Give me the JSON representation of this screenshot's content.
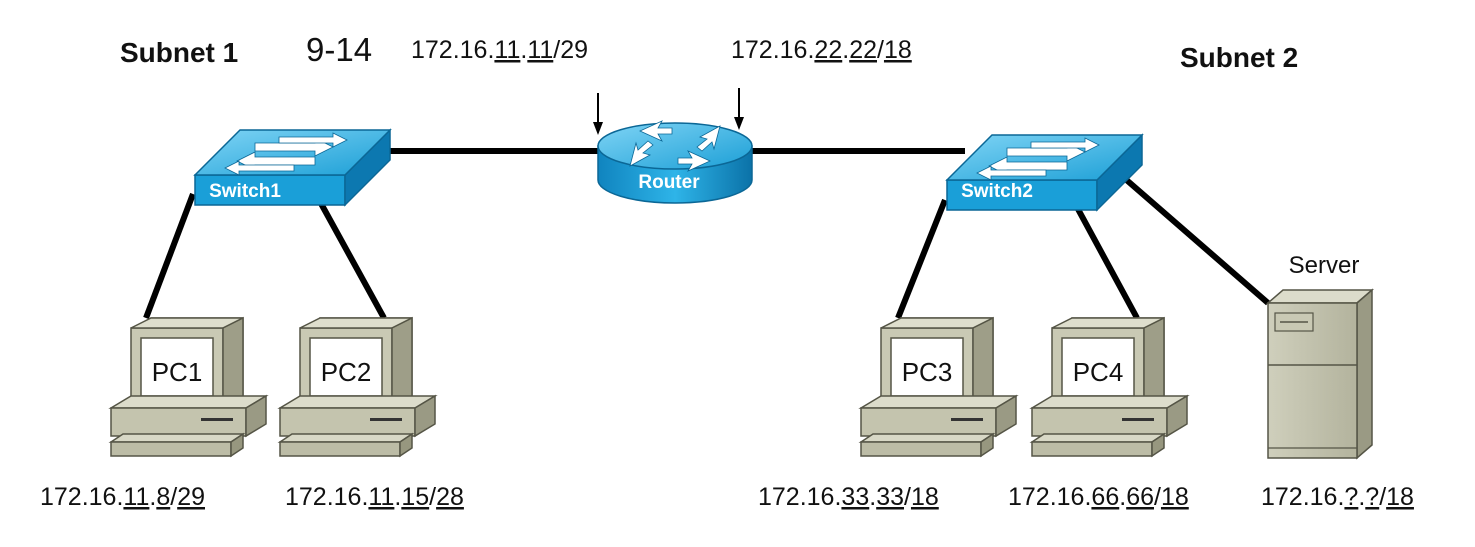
{
  "subnet1": {
    "label": "Subnet 1",
    "range": "9-14"
  },
  "subnet2": {
    "label": "Subnet 2"
  },
  "router": {
    "label": "Router",
    "ip_left": {
      "prefix": "172.16.",
      "o3": "11",
      "dot": ".",
      "o4": "11",
      "mask": "/29"
    },
    "ip_right": {
      "prefix": "172.16.",
      "o3": "22",
      "dot": ".",
      "o4": "22",
      "slash": "/",
      "mask": "18"
    }
  },
  "switch1": {
    "label": "Switch1"
  },
  "switch2": {
    "label": "Switch2"
  },
  "pc1": {
    "label": "PC1",
    "ip": {
      "prefix": "172.16.",
      "o3": "11",
      "dot": ".",
      "o4": "8",
      "slash": "/",
      "mask": "29"
    }
  },
  "pc2": {
    "label": "PC2",
    "ip": {
      "prefix": "172.16.",
      "o3": "11",
      "dot": ".",
      "o4": "15",
      "slash": "/",
      "mask": "28"
    }
  },
  "pc3": {
    "label": "PC3",
    "ip": {
      "prefix": "172.16.",
      "o3": "33",
      "dot": ".",
      "o4": "33",
      "slash": "/",
      "mask": "18"
    }
  },
  "pc4": {
    "label": "PC4",
    "ip": {
      "prefix": "172.16.",
      "o3": "66",
      "dot": ".",
      "o4": "66",
      "slash": "/",
      "mask": "18"
    }
  },
  "server": {
    "label": "Server",
    "ip": {
      "prefix": "172.16.",
      "o3": "?",
      "dot": ".",
      "o4": "?",
      "slash": "/",
      "mask": "18"
    }
  },
  "colors": {
    "device_blue": "#1aa3d9",
    "device_dark": "#0a6fa3",
    "pc_body": "#c4c4b0",
    "cable": "#000000"
  }
}
